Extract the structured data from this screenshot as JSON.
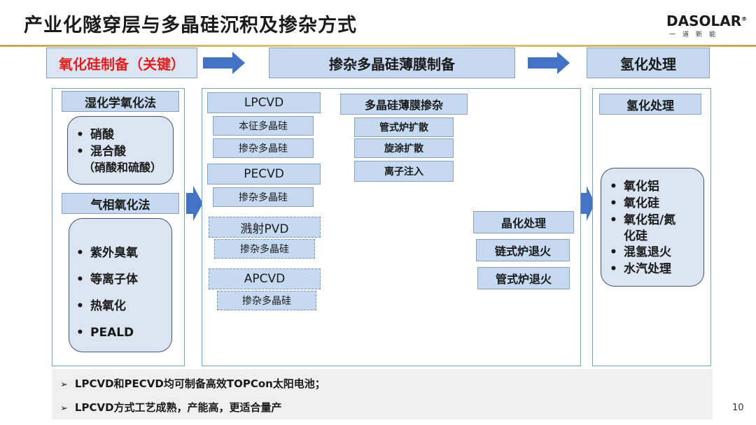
{
  "title": "产业化隧穿层与多晶硅沉积及掺杂方式",
  "logo": {
    "text": "DASOLAR",
    "registered": "®",
    "sub": "一道新能"
  },
  "stages": [
    {
      "label": "氧化硅制备（关键）"
    },
    {
      "label": "掺杂多晶硅薄膜制备"
    },
    {
      "label": "氢化处理"
    }
  ],
  "oxide": {
    "wet_header": "湿化学氧化法",
    "wet_items": [
      "硝酸",
      "混合酸"
    ],
    "wet_note": "（硝酸和硫酸）",
    "gas_header": "气相氧化法",
    "gas_items": [
      "紫外臭氧",
      "等离子体",
      "热氧化",
      "PEALD"
    ]
  },
  "poly": {
    "lpcvd": "LPCVD",
    "lpcvd_intrinsic": "本征多晶硅",
    "lpcvd_doped": "掺杂多晶硅",
    "pecvd": "PECVD",
    "pecvd_doped": "掺杂多晶硅",
    "sputter": "溅射PVD",
    "sputter_doped": "掺杂多晶硅",
    "apcvd": "APCVD",
    "apcvd_doped": "掺杂多晶硅",
    "doping_header": "多晶硅薄膜掺杂",
    "doping_methods": [
      "管式炉扩散",
      "旋涂扩散",
      "离子注入"
    ],
    "crystal_header": "晶化处理",
    "anneal_methods": [
      "链式炉退火",
      "管式炉退火"
    ]
  },
  "hydro": {
    "header": "氢化处理",
    "items": [
      "氧化铝",
      "氧化硅",
      "氧化铝/氮",
      "混氢退火",
      "水汽处理"
    ],
    "wrap_line": "化硅"
  },
  "notes": [
    "LPCVD和PECVD均可制备高效TOPCon太阳电池；",
    "LPCVD方式工艺成熟，产能高，更适合量产"
  ],
  "page_number": "10",
  "colors": {
    "box_fill": "#c5d9f1",
    "panel_border": "#6fa3c8",
    "arrow": "#4472c4",
    "key_text": "#e02020",
    "rule": "#c7a65a"
  }
}
